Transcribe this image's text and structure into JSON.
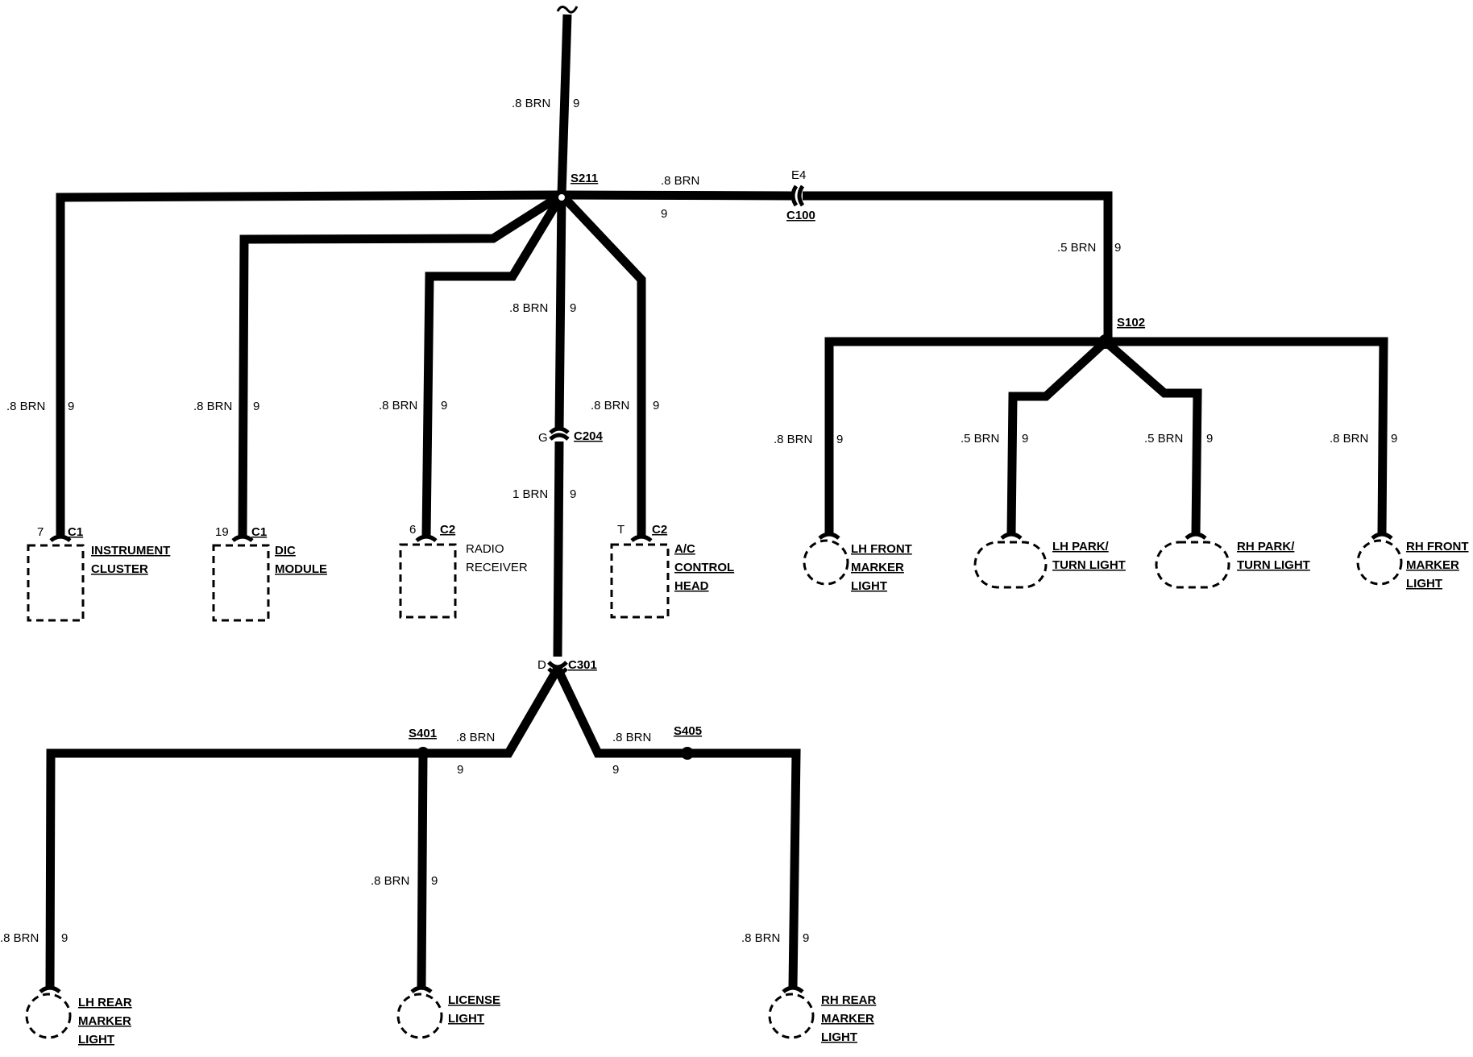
{
  "wires": {
    "main_top": {
      "gauge": ".8 BRN",
      "circuit": "9"
    },
    "right_trunk": {
      "gauge": ".8 BRN",
      "circuit": "9"
    },
    "s102_feed": {
      "gauge": ".5 BRN",
      "circuit": "9"
    },
    "center_down": {
      "gauge": ".8 BRN",
      "circuit": "9"
    },
    "center_low": {
      "gauge": "1 BRN",
      "circuit": "9"
    },
    "ic": {
      "gauge": ".8 BRN",
      "circuit": "9"
    },
    "dic": {
      "gauge": ".8 BRN",
      "circuit": "9"
    },
    "radio": {
      "gauge": ".8 BRN",
      "circuit": "9"
    },
    "ac": {
      "gauge": ".8 BRN",
      "circuit": "9"
    },
    "lh_front": {
      "gauge": ".8 BRN",
      "circuit": "9"
    },
    "lh_park": {
      "gauge": ".5 BRN",
      "circuit": "9"
    },
    "rh_park": {
      "gauge": ".5 BRN",
      "circuit": "9"
    },
    "rh_front": {
      "gauge": ".8 BRN",
      "circuit": "9"
    },
    "s401_feed": {
      "gauge": ".8 BRN",
      "circuit": "9"
    },
    "s405_feed": {
      "gauge": ".8 BRN",
      "circuit": "9"
    },
    "license": {
      "gauge": ".8 BRN",
      "circuit": "9"
    },
    "lh_rear": {
      "gauge": ".8 BRN",
      "circuit": "9"
    },
    "rh_rear": {
      "gauge": ".8 BRN",
      "circuit": "9"
    }
  },
  "splices": {
    "s211": "S211",
    "s102": "S102",
    "s401": "S401",
    "s405": "S405"
  },
  "connectors": {
    "c100": {
      "name": "C100",
      "pin": "E4"
    },
    "c204": {
      "name": "C204",
      "pin": "G"
    },
    "c301": {
      "name": "C301",
      "pin": "D"
    }
  },
  "components": {
    "instrument_cluster": {
      "pin": "7",
      "connector": "C1",
      "line1": "INSTRUMENT",
      "line2": "CLUSTER"
    },
    "dic_module": {
      "pin": "19",
      "connector": "C1",
      "line1": "DIC",
      "line2": "MODULE"
    },
    "radio_receiver": {
      "pin": "6",
      "connector": "C2",
      "line1": "RADIO",
      "line2": "RECEIVER"
    },
    "ac_control_head": {
      "pin": "T",
      "connector": "C2",
      "line1": "A/C",
      "line2": "CONTROL",
      "line3": "HEAD"
    },
    "lh_front_marker": {
      "line1": "LH FRONT",
      "line2": "MARKER",
      "line3": "LIGHT"
    },
    "lh_park_turn": {
      "line1": "LH PARK/",
      "line2": "TURN LIGHT"
    },
    "rh_park_turn": {
      "line1": "RH PARK/",
      "line2": "TURN LIGHT"
    },
    "rh_front_marker": {
      "line1": "RH FRONT",
      "line2": "MARKER",
      "line3": "LIGHT"
    },
    "lh_rear_marker": {
      "line1": "LH REAR",
      "line2": "MARKER",
      "line3": "LIGHT"
    },
    "license_light": {
      "line1": "LICENSE",
      "line2": "LIGHT"
    },
    "rh_rear_marker": {
      "line1": "RH REAR",
      "line2": "MARKER",
      "line3": "LIGHT"
    }
  }
}
